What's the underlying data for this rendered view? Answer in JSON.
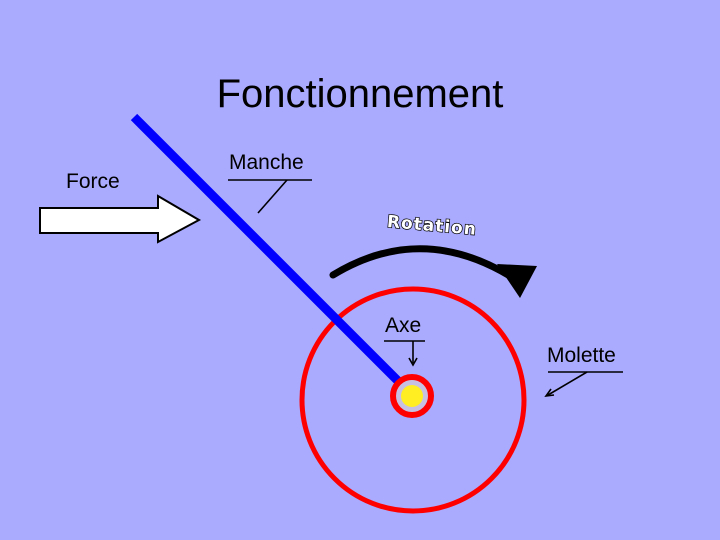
{
  "slide": {
    "title": "Fonctionnement",
    "labels": {
      "force": "Force",
      "manche": "Manche",
      "rotation": "Rotation",
      "axe": "Axe",
      "molette": "Molette"
    }
  },
  "colors": {
    "background": "#aaaaff",
    "handle": "#0000ff",
    "wheel": "#ff0000",
    "axle": "#ffee22",
    "arrow": "#000000"
  }
}
